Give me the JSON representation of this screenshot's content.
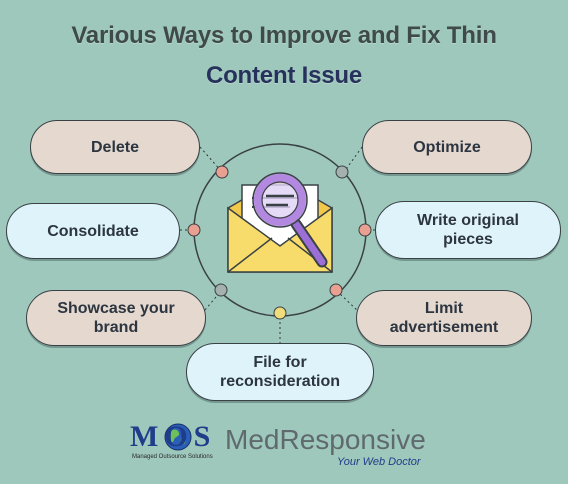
{
  "title": {
    "line1": "Various Ways to Improve and Fix Thin",
    "line2": "Content Issue"
  },
  "items": [
    {
      "label": "Delete",
      "style": "beige"
    },
    {
      "label": "Optimize",
      "style": "beige"
    },
    {
      "label": "Consolidate",
      "style": "blue"
    },
    {
      "label": "Write original\npieces",
      "style": "blue"
    },
    {
      "label": "Showcase your\nbrand",
      "style": "beige"
    },
    {
      "label": "Limit\nadvertisement",
      "style": "beige"
    },
    {
      "label": "File for\nreconsideration",
      "style": "blue"
    }
  ],
  "center_icon": "envelope-magnifier-icon",
  "logo": {
    "mark": "MOS",
    "mark_sub": "Managed Outsource Solutions",
    "brand": "MedResponsive",
    "tagline": "Your Web Doctor"
  },
  "colors": {
    "background": "#9fc8bc",
    "pill_beige": "#e4d8cf",
    "pill_blue": "#dff3fb",
    "dot_pink": "#e9a091",
    "dot_gray": "#a4b1ae",
    "dot_yellow": "#f1dc7a",
    "envelope": "#f5d55c",
    "magnifier": "#b288e0"
  }
}
